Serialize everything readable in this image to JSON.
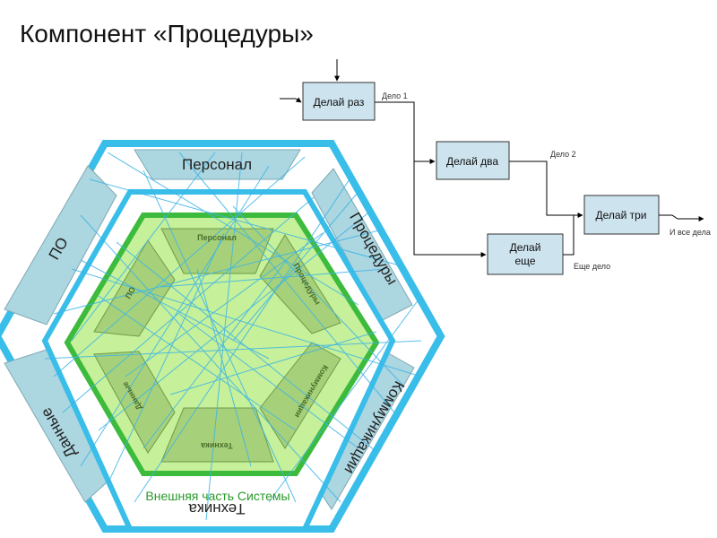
{
  "title": "Компонент «Процедуры»",
  "outer_hex_labels": {
    "top": "Персонал",
    "upper_right": "Процедуры",
    "lower_right": "Коммуникации",
    "bottom": "Техника",
    "lower_left": "Данные",
    "upper_left": "ПО"
  },
  "inner_hex_labels": {
    "top": "Персонал",
    "upper_right": "Процедуры",
    "lower_right": "Коммуникации",
    "bottom": "Техника",
    "lower_left": "Данные",
    "upper_left": "ПО"
  },
  "outer_system_label": "Внешняя часть Системы",
  "flow": {
    "box1": "Делай раз",
    "box2": "Делай два",
    "box3_line1": "Делай",
    "box3_line2": "еще",
    "box4": "Делай три",
    "label_delo1": "Дело 1",
    "label_delo2": "Дело 2",
    "label_eshe": "Еще дело",
    "label_final": "И все дела"
  },
  "colors": {
    "outer_border": "#39bde9",
    "trapezoid_fill": "#acd6e0",
    "inner_border": "#3dbb3d",
    "inner_fill": "#c6f09a",
    "inner_trap_fill": "#a6d17a",
    "flow_box_fill": "#cde3ee"
  }
}
